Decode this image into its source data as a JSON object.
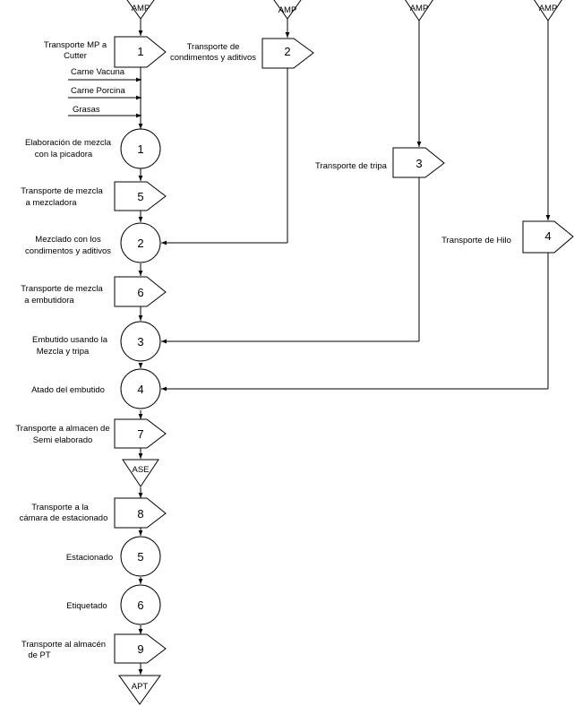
{
  "storage": {
    "amp1": "AMP",
    "amp2": "AMP",
    "amp3": "AMP",
    "amp4": "AMP",
    "ase": "ASE",
    "apt": "APT"
  },
  "transports": {
    "t1": {
      "num": "1",
      "label1": "Transporte MP a",
      "label2": "Cutter"
    },
    "t2": {
      "num": "2",
      "label1": "Transporte de",
      "label2": "condimentos y aditivos"
    },
    "t3": {
      "num": "3",
      "label1": "Transporte de tripa"
    },
    "t4": {
      "num": "4",
      "label1": "Transporte de Hilo"
    },
    "t5": {
      "num": "5",
      "label1": "Transporte de mezcla",
      "label2": "a mezcladora"
    },
    "t6": {
      "num": "6",
      "label1": "Transporte de mezcla",
      "label2": "a embutidora"
    },
    "t7": {
      "num": "7",
      "label1": "Transporte a almacen de",
      "label2": "Semi elaborado"
    },
    "t8": {
      "num": "8",
      "label1": "Transporte a la",
      "label2": "cámara de estacionado"
    },
    "t9": {
      "num": "9",
      "label1": "Transporte al almacén",
      "label2": "de PT"
    }
  },
  "inputs": {
    "carne_vacuna": "Carne Vacuna",
    "carne_porcina": "Carne Porcina",
    "grasas": "Grasas"
  },
  "operations": {
    "o1": {
      "num": "1",
      "label1": "Elaboración de mezcla",
      "label2": "con la picadora"
    },
    "o2": {
      "num": "2",
      "label1": "Mezclado con los",
      "label2": "condimentos y aditivos"
    },
    "o3": {
      "num": "3",
      "label1": "Embutido usando la",
      "label2": "Mezcla y tripa"
    },
    "o4": {
      "num": "4",
      "label1": "Atado del embutido"
    },
    "o5": {
      "num": "5",
      "label1": "Estacionado"
    },
    "o6": {
      "num": "6",
      "label1": "Etiquetado"
    }
  }
}
